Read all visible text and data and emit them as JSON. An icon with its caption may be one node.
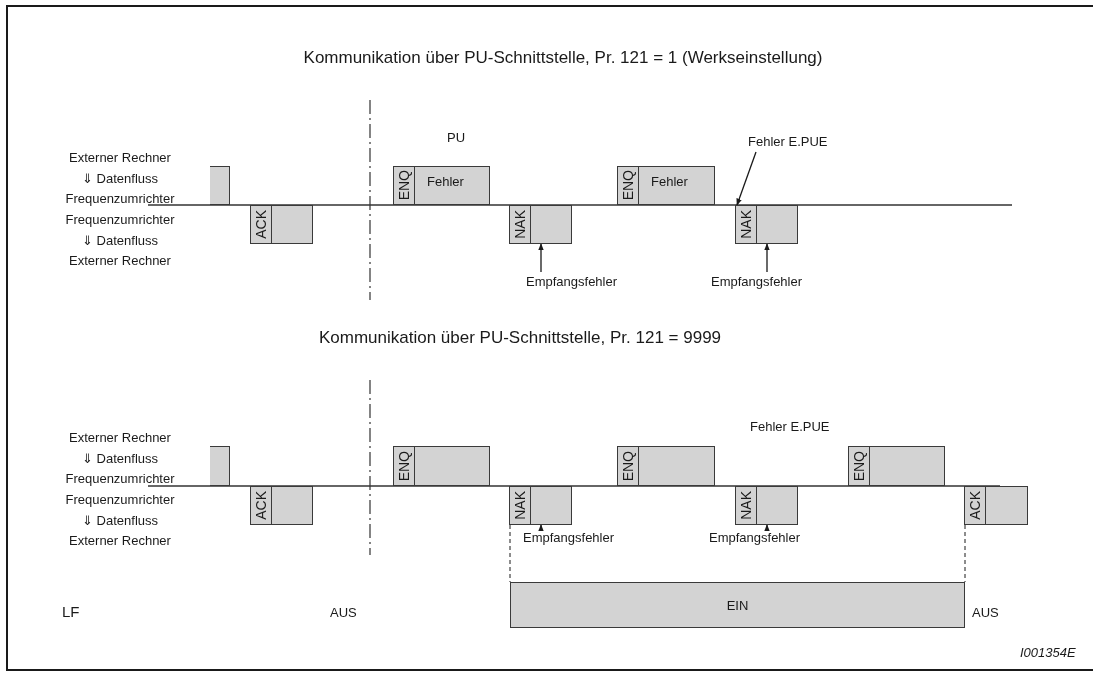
{
  "diagram": {
    "nodes": [
      {
        "text": [],
        "shape": "box"
      },
      {
        "text": [
          "ACK"
        ]
      },
      {
        "text": [
          "ENQ",
          "Fehler"
        ]
      },
      {
        "text": [
          "NAK"
        ]
      },
      {
        "text": [
          "ENQ",
          "Fehler"
        ]
      },
      {
        "text": [
          "NAK"
        ]
      },
      {
        "text": [
          "Fehler E.PUE"
        ]
      },
      {
        "text": [
          "Empfangsfehler"
        ]
      },
      {
        "text": [
          "Empfangsfehler"
        ]
      },
      {
        "text": [],
        "shape": "box"
      },
      {
        "text": [
          "ACK"
        ]
      },
      {
        "text": [
          "ENQ"
        ]
      },
      {
        "text": [
          "NAK"
        ]
      },
      {
        "text": [
          "ENQ"
        ]
      },
      {
        "text": [
          "NAK"
        ]
      },
      {
        "text": [
          "ENQ"
        ]
      },
      {
        "text": [
          "ACK"
        ]
      },
      {
        "text": [
          "Empfangsfehler"
        ]
      },
      {
        "text": [
          "Empfangsfehler"
        ]
      },
      {
        "text": [
          "EIN"
        ]
      }
    ],
    "edges": [
      {
        "from": 6,
        "to": 5,
        "arrow": "to"
      },
      {
        "from": 7,
        "to": 3,
        "arrow": "to"
      },
      {
        "from": 8,
        "to": 5,
        "arrow": "to"
      },
      {
        "from": 17,
        "to": 12,
        "arrow": "to"
      },
      {
        "from": 18,
        "to": 14,
        "arrow": "to"
      },
      {
        "from": 12,
        "to": 19,
        "arrow": "none",
        "style": "dashed"
      },
      {
        "from": 16,
        "to": 19,
        "arrow": "none",
        "style": "dashed"
      }
    ],
    "labels": [
      "Kommunikation über PU-Schnittstelle, Pr. 121 = 1 (Werkseinstellung)",
      "PU",
      "Externer Rechner ⇓ Datenfluss Frequenzumrichter",
      "Frequenzumrichter ⇓ Datenfluss Externer Rechner",
      "Kommunikation über PU-Schnittstelle, Pr. 121 = 9999",
      "Fehler E.PUE",
      "Externer Rechner ⇓ Datenfluss Frequenzumrichter",
      "Frequenzumrichter ⇓ Datenfluss Externer Rechner",
      "LF",
      "AUS",
      "AUS",
      "I001354E"
    ]
  }
}
